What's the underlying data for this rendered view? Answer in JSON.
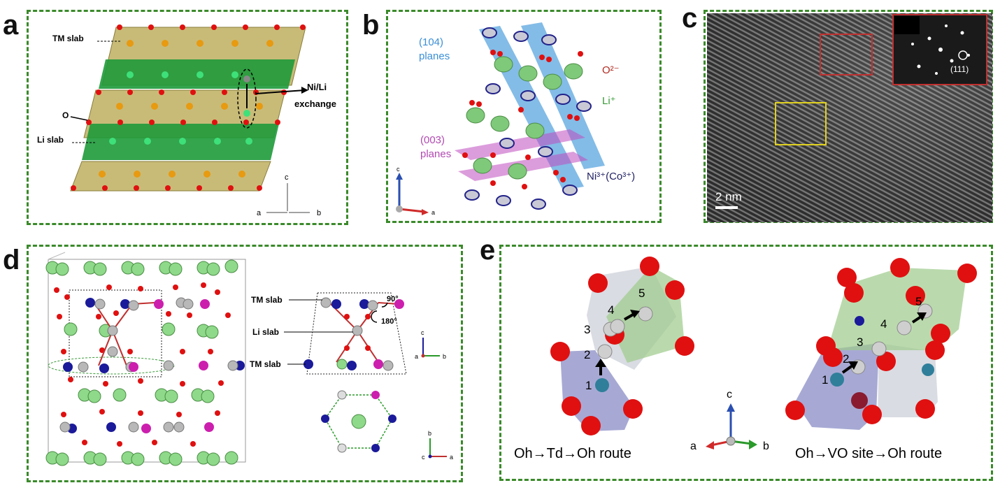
{
  "panels": {
    "a": {
      "label": "a",
      "tm_slab": "TM slab",
      "li_slab": "Li slab",
      "o_label": "O",
      "exchange_1": "Ni/Li",
      "exchange_2": "exchange",
      "axis_c": "c",
      "axis_a": "a",
      "axis_b": "b"
    },
    "b": {
      "label": "b",
      "planes104_1": "(104)",
      "planes104_2": "planes",
      "planes003_1": "(003)",
      "planes003_2": "planes",
      "o_ion": "O²⁻",
      "li_ion": "Li⁺",
      "ni_ion": "Ni³⁺(Co³⁺)",
      "axis_c": "c",
      "axis_a": "a"
    },
    "c": {
      "label": "c",
      "scale_bar": "2 nm",
      "fft_label": "(111)"
    },
    "d": {
      "label": "d",
      "tm_slab_top": "TM slab",
      "li_slab": "Li slab",
      "tm_slab_bottom": "TM slab",
      "angle_90": "90°",
      "angle_180": "180°",
      "axis_c": "c",
      "axis_a": "a",
      "axis_b": "b",
      "axis2_b": "b",
      "axis2_c": "c",
      "axis2_a": "a"
    },
    "e": {
      "label": "e",
      "sites_left": [
        "1",
        "2",
        "3",
        "4",
        "5"
      ],
      "sites_right": [
        "1",
        "2",
        "3",
        "4",
        "5"
      ],
      "axis_c": "c",
      "axis_a": "a",
      "axis_b": "b",
      "route_left": "Oh→Td→Oh route",
      "route_right": "Oh→VO site→Oh route"
    }
  },
  "colors": {
    "border": "#3a8a2a",
    "oxygen": "#e01010",
    "lithium": "#4cc24c",
    "tm": "#e89a10",
    "nickel": "#1a1a9a",
    "magenta": "#cc1fae",
    "fcc_blue": "#3b8fd6",
    "plane_pink": "#c04cc0"
  }
}
